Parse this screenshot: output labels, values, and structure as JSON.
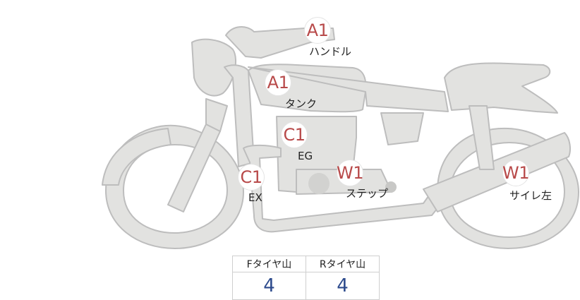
{
  "markers": {
    "handle": {
      "grade": "A1",
      "name": "ハンドル"
    },
    "tank": {
      "grade": "A1",
      "name": "タンク"
    },
    "engine": {
      "grade": "C1",
      "name": "EG"
    },
    "exhaust": {
      "grade": "C1",
      "name": "EX"
    },
    "step": {
      "grade": "W1",
      "name": "ステップ"
    },
    "side_cover_left": {
      "grade": "W1",
      "name": "サイレ左"
    }
  },
  "tread": {
    "front_label": "Fタイヤ山",
    "rear_label": "Rタイヤ山",
    "front_value": "4",
    "rear_value": "4"
  },
  "colors": {
    "body_fill": "#e2e2e0",
    "outline": "#b9b9b9",
    "grade_text": "#b84a4a",
    "tread_value": "#2c4a8c"
  }
}
